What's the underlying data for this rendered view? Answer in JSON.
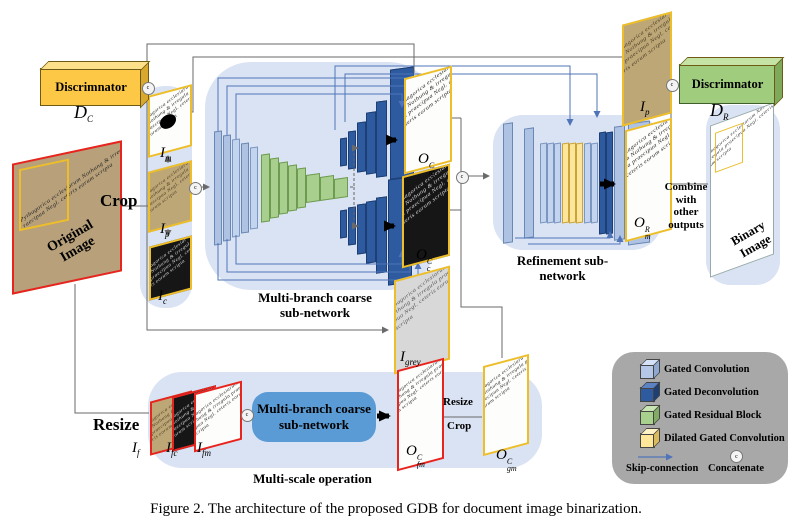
{
  "caption": "Figure 2. The architecture of the proposed GDB for document image binarization.",
  "concat_symbol": "c",
  "patch_text": "Pythagorica ecclesiarum Nothung & irregula praecipua Negl. ceteris eorum scripta",
  "original": {
    "label_line1": "Original",
    "label_line2": "Image",
    "crop": "Crop",
    "resize": "Resize"
  },
  "inputs": {
    "im": {
      "base": "I",
      "sub": "m"
    },
    "ip": {
      "base": "I",
      "sub": "p"
    },
    "ic": {
      "base": "I",
      "sub": "c"
    }
  },
  "discriminator_left": {
    "label": "Discrimnator",
    "sym_base": "D",
    "sym_sub": "C"
  },
  "discriminator_right": {
    "label": "Discrimnator",
    "sym_base": "D",
    "sym_sub": "R"
  },
  "coarse": {
    "title1": "Multi-branch coarse",
    "title2": "sub-network",
    "out_m": {
      "base": "O",
      "sup": "C",
      "sub": "m"
    },
    "out_c": {
      "base": "O",
      "sup": "C",
      "sub": "c"
    }
  },
  "grey": {
    "base": "I",
    "sub": "grey"
  },
  "refine": {
    "title1": "Refinement sub-",
    "title2": "network",
    "ip": {
      "base": "I",
      "sub": "p"
    },
    "out": {
      "base": "O",
      "sup": "R",
      "sub": "m"
    }
  },
  "combine": {
    "l1": "Combine",
    "l2": "with",
    "l3": "other",
    "l4": "outputs"
  },
  "binary": {
    "label_line1": "Binary",
    "label_line2": "Image"
  },
  "multiscale": {
    "title": "Multi-scale operation",
    "box1": "Multi-branch coarse",
    "box2": "sub-network",
    "resize": "Resize",
    "crop": "Crop",
    "iff": {
      "base": "I",
      "sub": "f"
    },
    "ifc": {
      "base": "I",
      "sub": "fc"
    },
    "ifm": {
      "base": "I",
      "sub": "fm"
    },
    "out_fm": {
      "base": "O",
      "sup": "C",
      "sub": "fm"
    },
    "out_gm": {
      "base": "O",
      "sup": "C",
      "sub": "gm"
    }
  },
  "legend": {
    "items": [
      {
        "name": "Gated Convolution",
        "color": "#b4c7e7"
      },
      {
        "name": "Gated Deconvolution",
        "color": "#2e5b9f"
      },
      {
        "name": "Gated Residual Block",
        "color": "#a9d18e"
      },
      {
        "name": "Dilated Gated Convolution",
        "color": "#ffe699"
      }
    ],
    "skip": "Skip-connection",
    "concat": "Concatenate"
  }
}
